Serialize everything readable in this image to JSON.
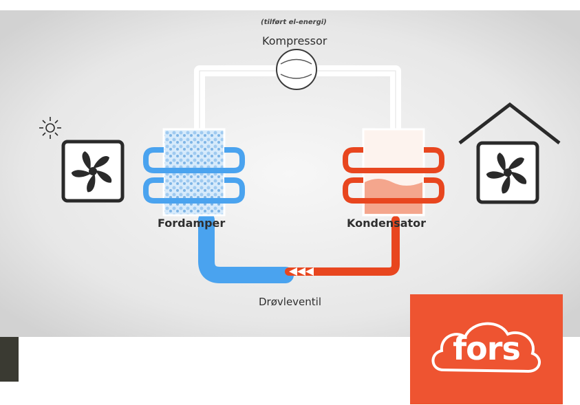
{
  "diagram": {
    "note": "(tilført el-energi)",
    "compressor_label": "Kompressor",
    "evaporator_label": "Fordamper",
    "condenser_label": "Kondensator",
    "valve_label": "Drøvleventil"
  },
  "logo": {
    "text": "fors",
    "color": "#ee5431"
  },
  "colors": {
    "cold_pipe": "#4aa3ef",
    "warm_pipe": "#e8461f",
    "icon_stroke": "#2a2a2a"
  },
  "icons": [
    "sun-icon",
    "outdoor-fan-icon",
    "house-icon",
    "indoor-fan-icon",
    "compressor-icon",
    "expansion-valve-arrows-icon"
  ]
}
